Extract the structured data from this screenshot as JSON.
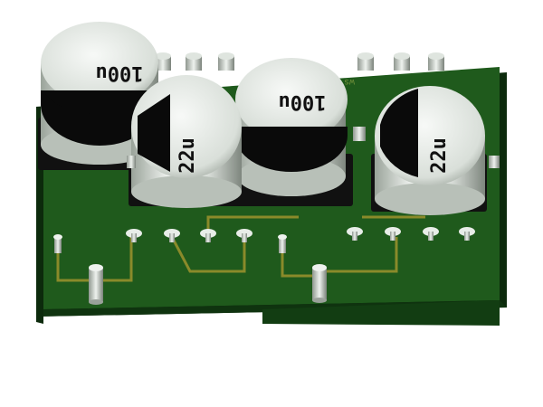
{
  "scene": {
    "description_visible_text": "",
    "capacitors": [
      {
        "id": "c1",
        "label": "100u"
      },
      {
        "id": "c2",
        "label": "22u"
      },
      {
        "id": "c3",
        "label": "100u"
      },
      {
        "id": "c4",
        "label": "22u"
      }
    ],
    "silkscreen_text": "ws 201",
    "colors": {
      "pcb": "#1f5a1c",
      "pcb_dark": "#123d12",
      "pcb_edge": "#0c2a0c",
      "trace": "#8a8a2a",
      "cap_body": "#e6ece6",
      "cap_stripe": "#0a0a0a",
      "base": "#111111",
      "pin": "#c8cfc8"
    }
  }
}
